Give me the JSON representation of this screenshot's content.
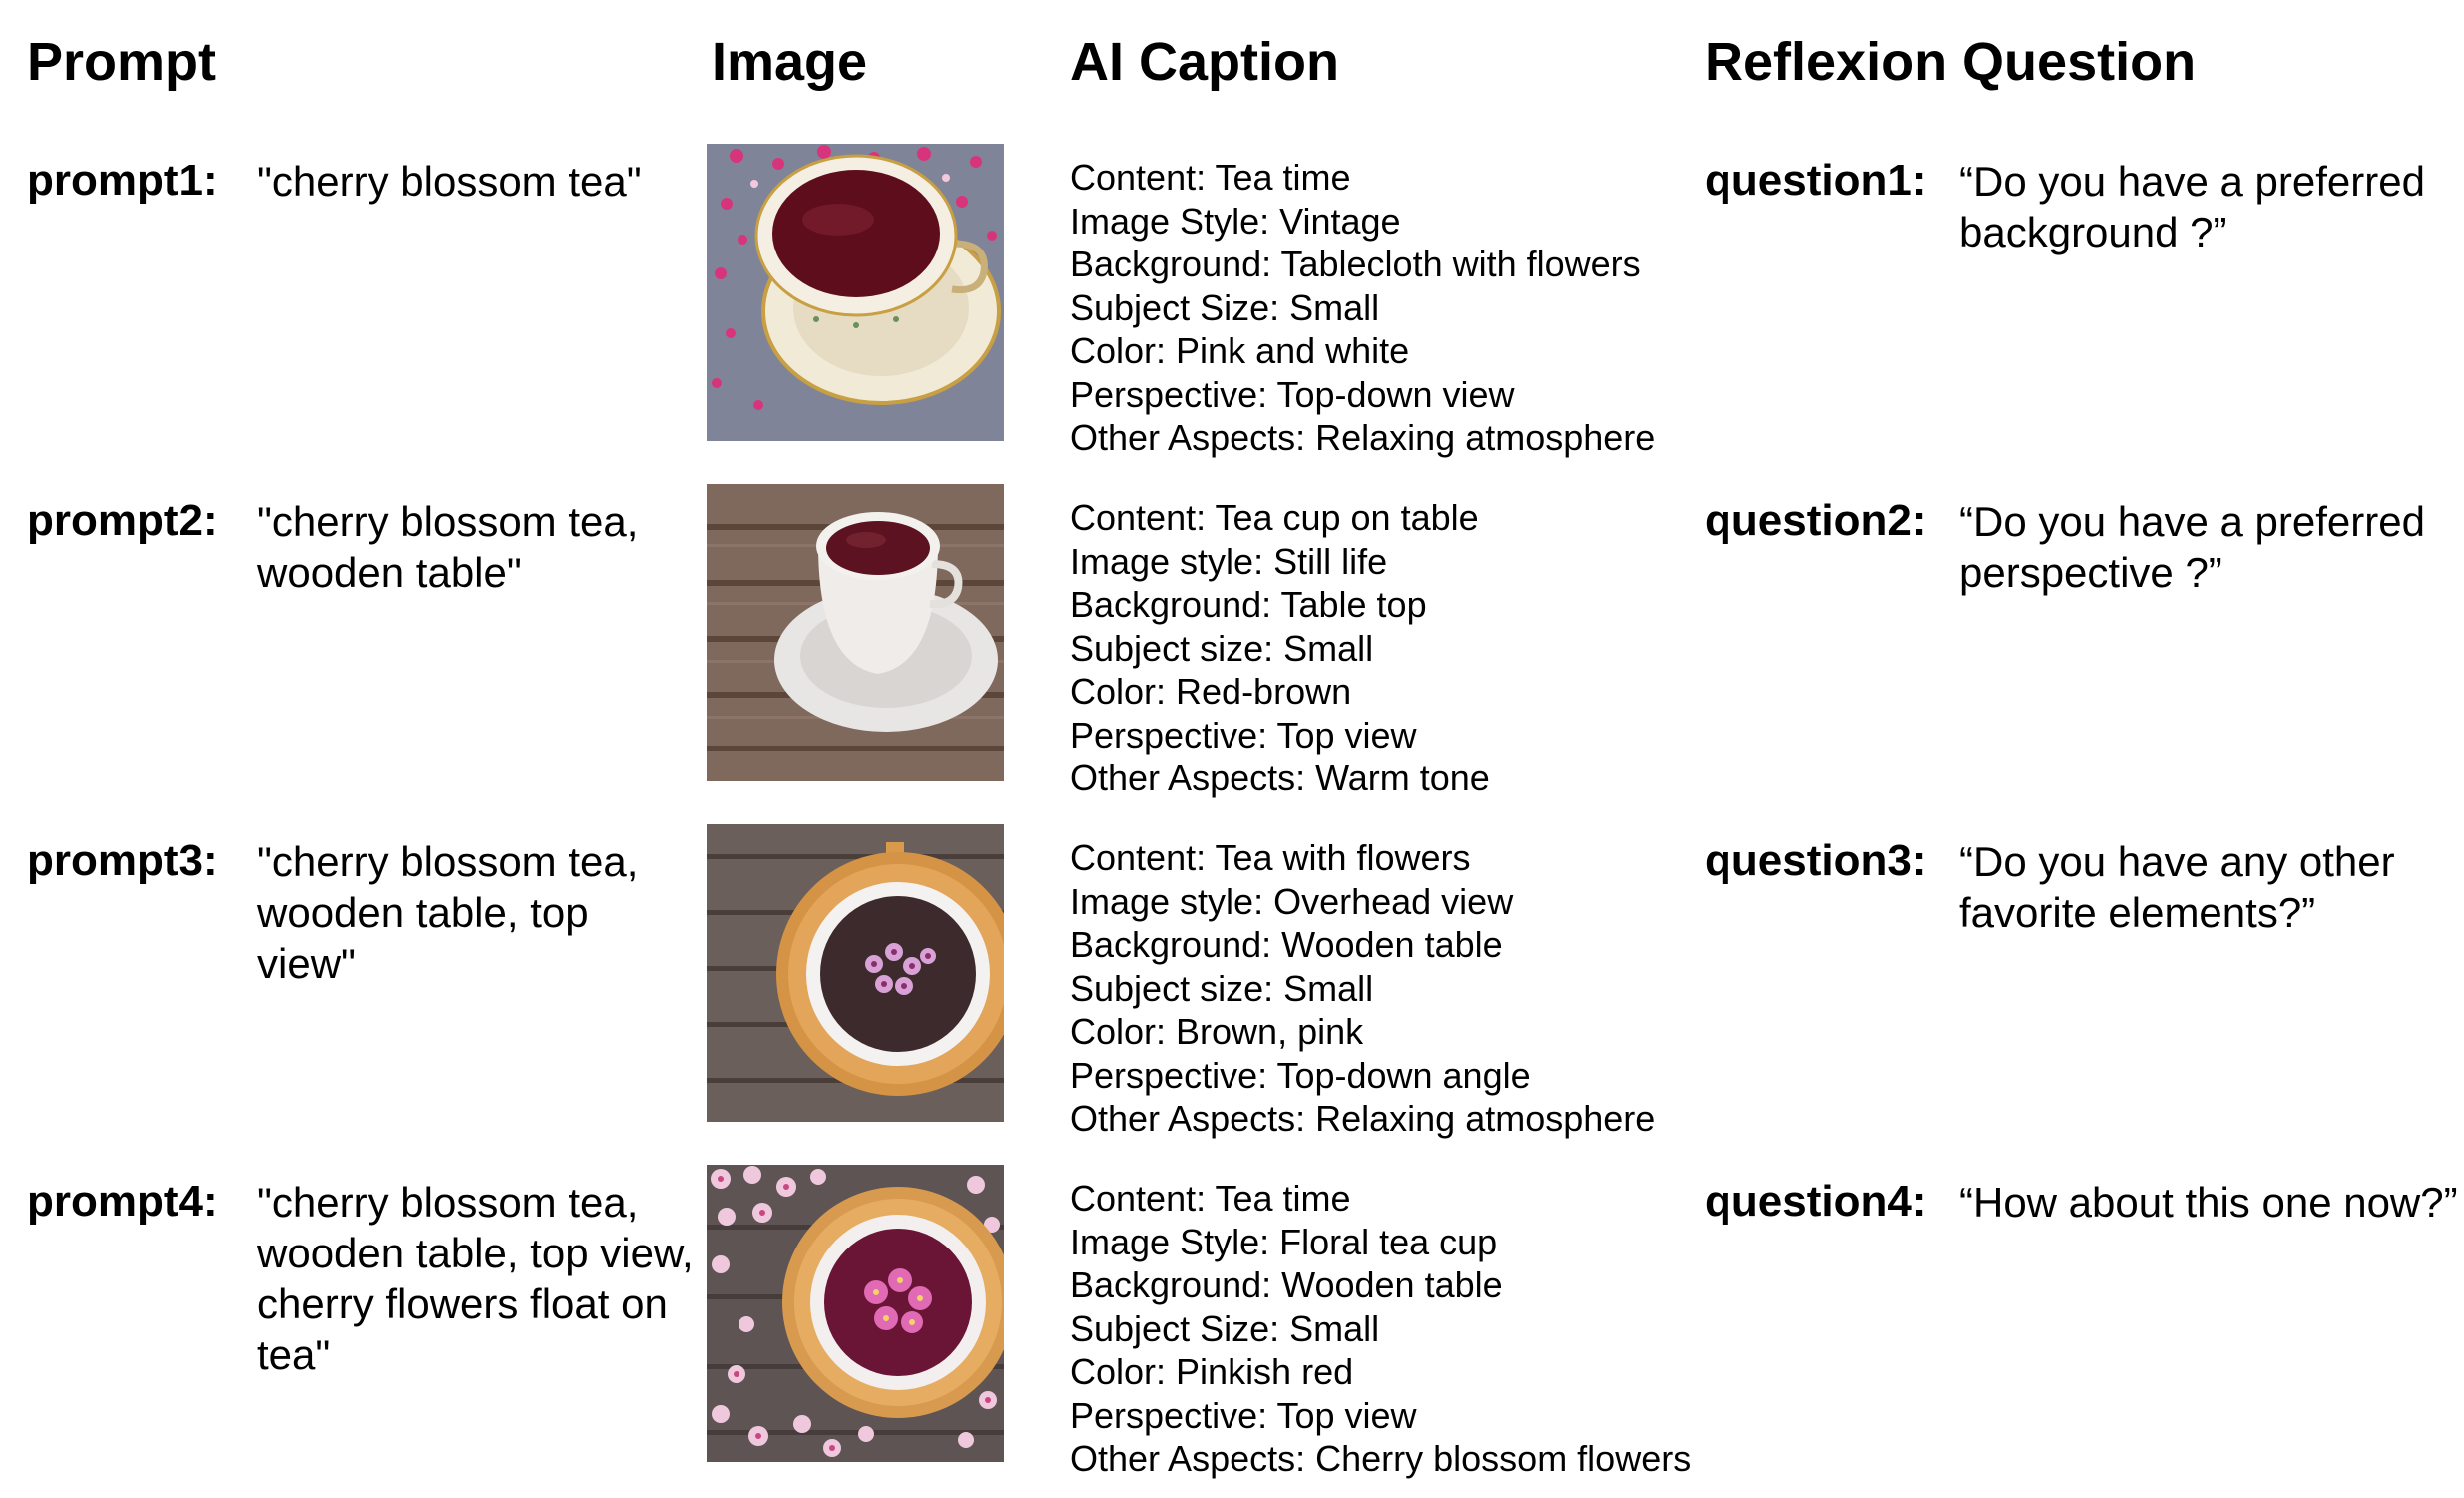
{
  "headers": {
    "prompt": "Prompt",
    "image": "Image",
    "caption": "AI Caption",
    "question": "Reflexion Question"
  },
  "rows": [
    {
      "prompt_label": "prompt1:",
      "prompt_text": "\"cherry blossom tea\"",
      "caption": [
        "Content: Tea time",
        "Image Style: Vintage",
        "Background: Tablecloth with flowers",
        "Subject Size: Small",
        "Color: Pink and white",
        "Perspective: Top-down view",
        "Other Aspects: Relaxing atmosphere"
      ],
      "question_label": "question1:",
      "question_text": "“Do you have a preferred background ?”"
    },
    {
      "prompt_label": "prompt2:",
      "prompt_text": "\"cherry blossom tea, wooden table\"",
      "caption": [
        "Content: Tea cup on table",
        "Image style: Still life",
        "Background: Table top",
        "Subject size: Small",
        "Color: Red-brown",
        "Perspective: Top view",
        "Other Aspects: Warm tone"
      ],
      "question_label": "question2:",
      "question_text": "“Do you have a preferred perspective ?”"
    },
    {
      "prompt_label": "prompt3:",
      "prompt_text": "\"cherry blossom tea, wooden table, top view\"",
      "caption": [
        "Content: Tea with flowers",
        "Image style: Overhead view",
        "Background: Wooden table",
        "Subject size: Small",
        "Color: Brown, pink",
        "Perspective: Top-down angle",
        "Other Aspects: Relaxing atmosphere"
      ],
      "question_label": "question3:",
      "question_text": "“Do you have any other favorite elements?”"
    },
    {
      "prompt_label": "prompt4:",
      "prompt_text": "\"cherry blossom tea, wooden table, top view, cherry flowers float on tea\"",
      "caption": [
        "Content: Tea time",
        "Image Style: Floral tea cup",
        "Background: Wooden table",
        "Subject Size: Small",
        "Color: Pinkish red",
        "Perspective: Top view",
        "Other Aspects: Cherry blossom flowers"
      ],
      "question_label": "question4:",
      "question_text": "“How about this one now?”"
    }
  ]
}
